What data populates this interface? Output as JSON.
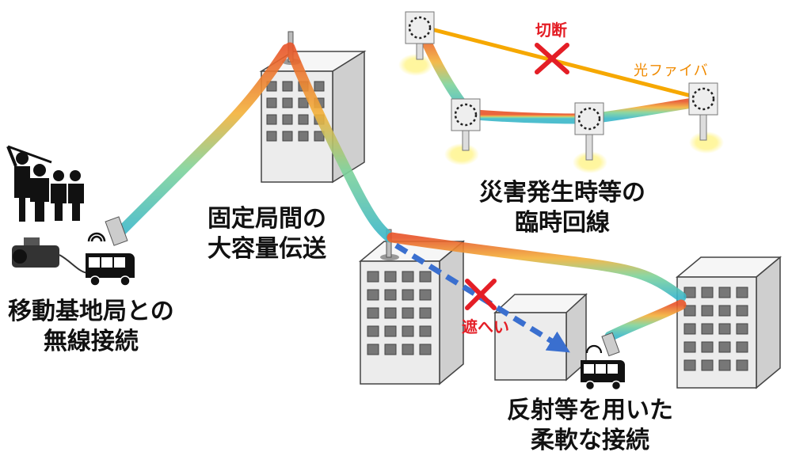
{
  "labels": {
    "mobile": [
      "移動基地局との",
      "無線接続"
    ],
    "fixed": [
      "固定局間の",
      "大容量伝送"
    ],
    "disaster": [
      "災害発生時等の",
      "臨時回線"
    ],
    "reflect": [
      "反射等を用いた",
      "柔軟な接続"
    ],
    "cut": "切断",
    "fiber": "光ファイバ",
    "block": "遮へい"
  },
  "colors": {
    "building_front": "#ececec",
    "building_side": "#cfcfcf",
    "building_top": "#f6f6f6",
    "window": "#777777",
    "fiber": "#f6a800",
    "cross": "#e41e26",
    "arrow": "#3a6fcf",
    "glow": "#fff27a"
  }
}
